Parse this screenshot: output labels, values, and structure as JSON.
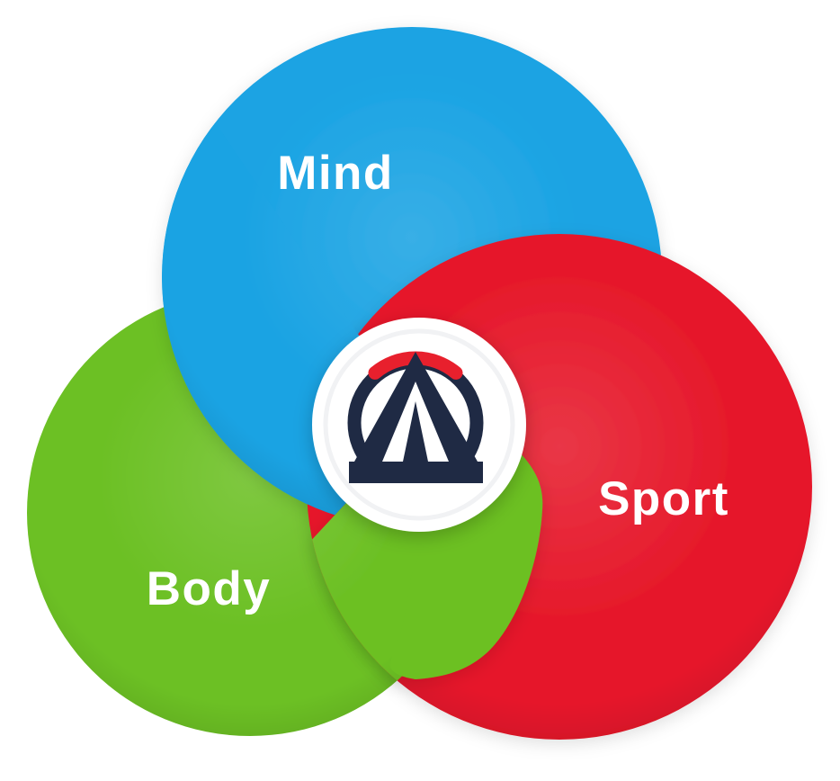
{
  "diagram": {
    "circles": [
      {
        "id": "mind",
        "label": "Mind",
        "color": "#1aa3e3"
      },
      {
        "id": "body",
        "label": "Body",
        "color": "#6cc024"
      },
      {
        "id": "sport",
        "label": "Sport",
        "color": "#e6192b"
      }
    ],
    "logo": {
      "icon": "mountain-a-ring-monogram",
      "disc_color": "#ffffff",
      "inner_ring_color": "#f1f2f4",
      "ring_color": "#1f2a44",
      "accent_color": "#e8202d"
    },
    "background_color": "#ffffff"
  }
}
